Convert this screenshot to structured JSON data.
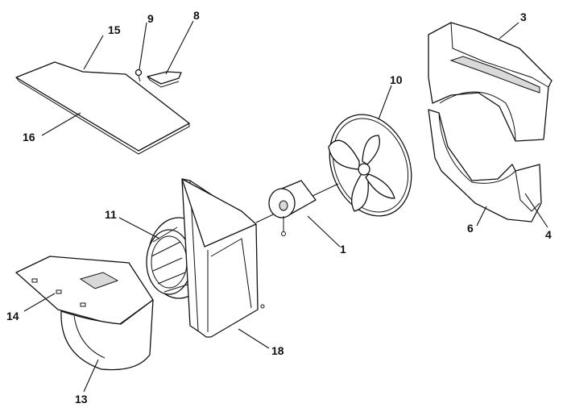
{
  "diagram": {
    "callouts": {
      "c1": "1",
      "c3": "3",
      "c4": "4",
      "c6": "6",
      "c8": "8",
      "c9": "9",
      "c10": "10",
      "c11": "11",
      "c13": "13",
      "c14": "14",
      "c15": "15",
      "c16": "16",
      "c18": "18"
    }
  }
}
